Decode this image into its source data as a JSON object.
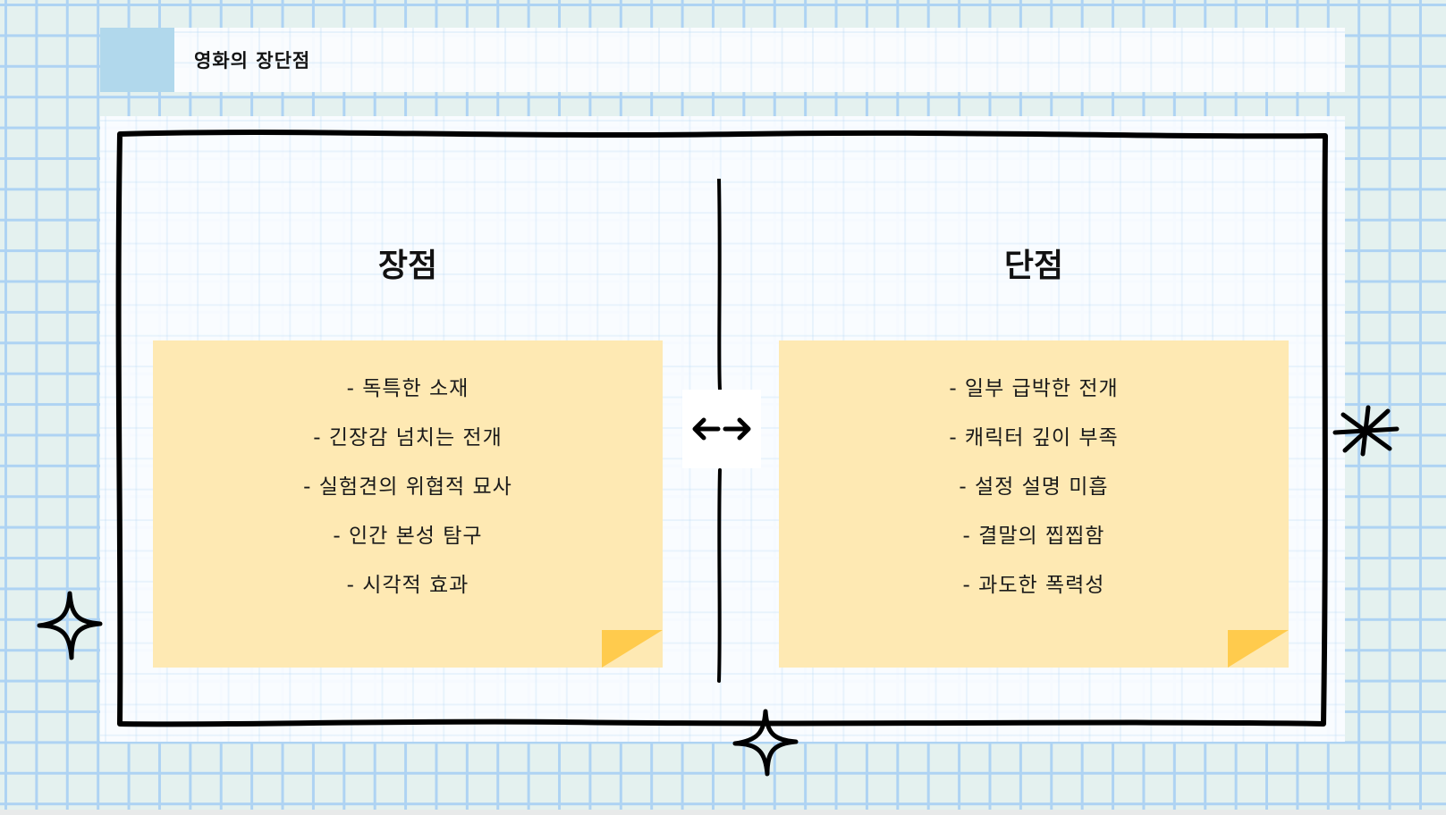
{
  "header": {
    "title": "영화의 장단점",
    "accent_color": "#b1d8ec"
  },
  "columns": [
    {
      "heading": "장점",
      "items": [
        "- 독특한 소재",
        "- 긴장감 넘치는 전개",
        "- 실험견의 위협적 묘사",
        "- 인간 본성 탐구",
        "- 시각적 효과"
      ]
    },
    {
      "heading": "단점",
      "items": [
        "- 일부 급박한 전개",
        "- 캐릭터 깊이 부족",
        "- 설정 설명 미흡",
        "- 결말의 찝찝함",
        "- 과도한 폭력성"
      ]
    }
  ],
  "icons": {
    "divider_arrow": "left-right-arrow",
    "decorations": [
      "sparkle-star",
      "sparkle-star",
      "asterisk"
    ]
  },
  "colors": {
    "grid_background": "#e4f1ef",
    "grid_line": "#aed3f3",
    "note_fill": "#fee9b3",
    "note_fold": "#ffcb4d",
    "ink": "#000000"
  }
}
